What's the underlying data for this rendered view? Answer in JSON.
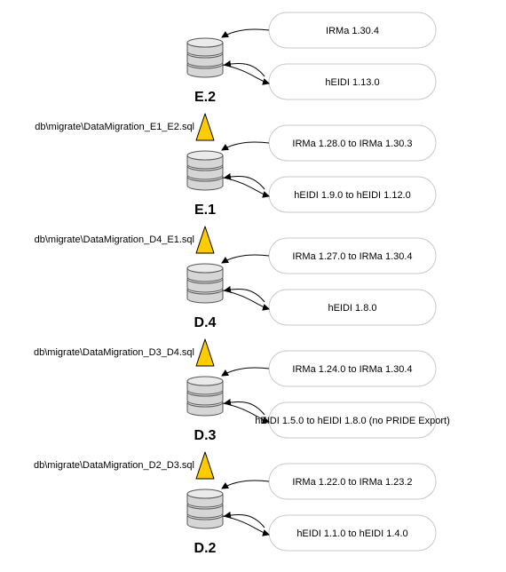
{
  "diagram": {
    "colors": {
      "triangle_fill": "#FFCC00",
      "db_fill": "#d6d6d6",
      "db_top": "#eaeaea",
      "pill_border": "#c8c8c8"
    },
    "stages": [
      {
        "version": "E.2",
        "irma": "IRMa 1.30.4",
        "heidi": "hEIDI 1.13.0",
        "migration": "db\\migrate\\DataMigration_E1_E2.sql"
      },
      {
        "version": "E.1",
        "irma": "IRMa 1.28.0 to IRMa 1.30.3",
        "heidi": "hEIDI 1.9.0 to hEIDI 1.12.0",
        "migration": "db\\migrate\\DataMigration_D4_E1.sql"
      },
      {
        "version": "D.4",
        "irma": "IRMa 1.27.0 to IRMa 1.30.4",
        "heidi": "hEIDI 1.8.0",
        "migration": "db\\migrate\\DataMigration_D3_D4.sql"
      },
      {
        "version": "D.3",
        "irma": "IRMa 1.24.0 to IRMa 1.30.4",
        "heidi": "hEIDI 1.5.0 to hEIDI 1.8.0 (no PRIDE Export)",
        "migration": "db\\migrate\\DataMigration_D2_D3.sql"
      },
      {
        "version": "D.2",
        "irma": "IRMa 1.22.0 to IRMa 1.23.2",
        "heidi": "hEIDI 1.1.0 to hEIDI 1.4.0",
        "migration": ""
      }
    ]
  }
}
